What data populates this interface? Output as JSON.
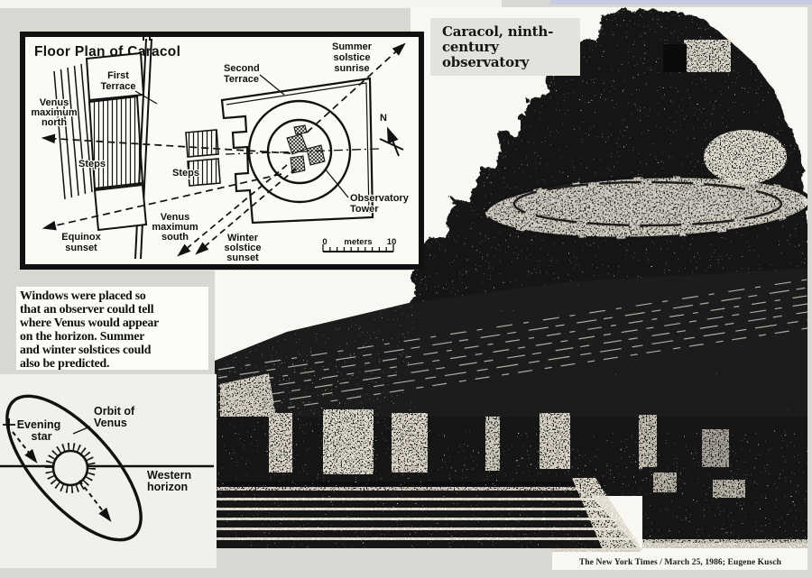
{
  "floor_plan": {
    "title": "Floor Plan of Caracol",
    "first_terrace": [
      "First",
      "Terrace"
    ],
    "second_terrace": [
      "Second",
      "Terrace"
    ],
    "venus_maximum_north": [
      "Venus",
      "maximum",
      "north"
    ],
    "steps_left": "Steps",
    "steps_center": "Steps",
    "equinox_sunset": [
      "Equinox",
      "sunset"
    ],
    "venus_maximum_south": [
      "Venus",
      "maximum",
      "south"
    ],
    "winter_solstice_sunset": [
      "Winter",
      "solstice",
      "sunset"
    ],
    "summer_solstice_sunrise": [
      "Summer",
      "solstice",
      "sunrise"
    ],
    "observatory_tower": [
      "Observatory",
      "Tower"
    ],
    "compass": "N",
    "scale_zero": "0",
    "scale_unit": "meters",
    "scale_ten": "10"
  },
  "photo": {
    "caption": [
      "Caracol, ninth-",
      "century",
      "observatory"
    ],
    "credit": "The New York Times / March 25, 1986; Eugene Kusch"
  },
  "annotation": {
    "lines": [
      "Windows were placed so",
      "that an observer could tell",
      "where Venus would appear",
      "on the horizon. Summer",
      "and winter solstices could",
      "also be predicted."
    ]
  },
  "venus_diagram": {
    "evening_star": [
      "Evening",
      "star"
    ],
    "orbit_of_venus": [
      "Orbit of",
      "Venus"
    ],
    "western_horizon": [
      "Western",
      "horizon"
    ]
  },
  "colors": {
    "page_background": "#d8d7d2",
    "clipping_white": "#f8f7f2",
    "ink": "#111111",
    "top_band_lavender": "#c9cbe2",
    "caption_panel_gray": "#e3e2dd"
  }
}
